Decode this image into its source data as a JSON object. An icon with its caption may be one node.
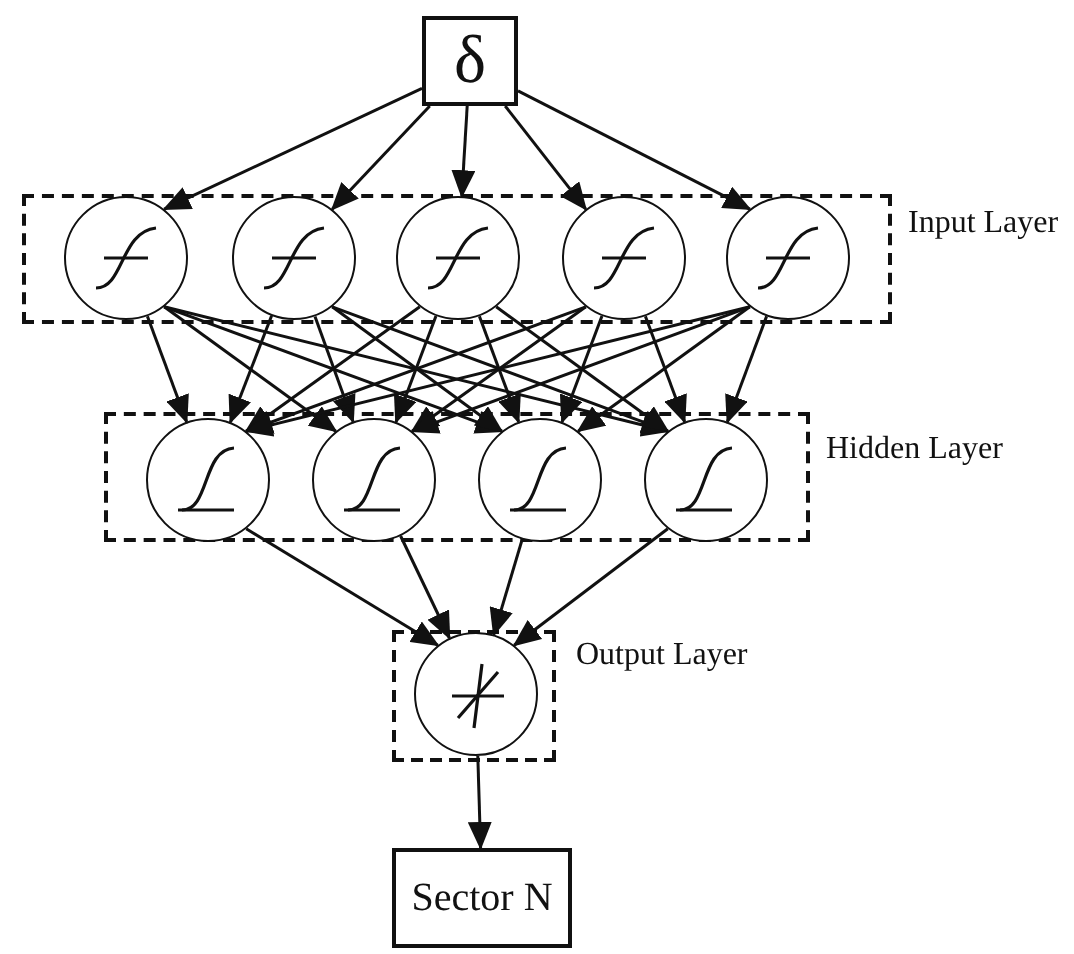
{
  "diagram": {
    "nodes": [
      {
        "text": [
          "δ"
        ]
      },
      {
        "text": [
          "Input Layer"
        ]
      },
      {
        "text": [],
        "shape": "circle",
        "in": 1
      },
      {
        "text": [],
        "shape": "circle",
        "in": 1
      },
      {
        "text": [],
        "shape": "circle",
        "in": 1
      },
      {
        "text": [],
        "shape": "circle",
        "in": 1
      },
      {
        "text": [],
        "shape": "circle",
        "in": 1
      },
      {
        "text": [
          "Hidden Layer"
        ]
      },
      {
        "text": [],
        "shape": "circle",
        "in": 7
      },
      {
        "text": [],
        "shape": "circle",
        "in": 7
      },
      {
        "text": [],
        "shape": "circle",
        "in": 7
      },
      {
        "text": [],
        "shape": "circle",
        "in": 7
      },
      {
        "text": [
          "Output Layer"
        ]
      },
      {
        "text": [],
        "shape": "circle",
        "in": 12
      },
      {
        "text": [
          "Sector N"
        ]
      }
    ],
    "edges": [
      {
        "from": 0,
        "to": 2,
        "arrow": "to"
      },
      {
        "from": 0,
        "to": 3,
        "arrow": "to"
      },
      {
        "from": 0,
        "to": 4,
        "arrow": "to"
      },
      {
        "from": 0,
        "to": 5,
        "arrow": "to"
      },
      {
        "from": 0,
        "to": 6,
        "arrow": "to"
      },
      {
        "from": 2,
        "to": 8,
        "arrow": "to"
      },
      {
        "from": 2,
        "to": 9,
        "arrow": "to"
      },
      {
        "from": 2,
        "to": 10,
        "arrow": "to"
      },
      {
        "from": 2,
        "to": 11,
        "arrow": "to"
      },
      {
        "from": 3,
        "to": 8,
        "arrow": "to"
      },
      {
        "from": 3,
        "to": 9,
        "arrow": "to"
      },
      {
        "from": 3,
        "to": 10,
        "arrow": "to"
      },
      {
        "from": 3,
        "to": 11,
        "arrow": "to"
      },
      {
        "from": 4,
        "to": 8,
        "arrow": "to"
      },
      {
        "from": 4,
        "to": 9,
        "arrow": "to"
      },
      {
        "from": 4,
        "to": 10,
        "arrow": "to"
      },
      {
        "from": 4,
        "to": 11,
        "arrow": "to"
      },
      {
        "from": 5,
        "to": 8,
        "arrow": "to"
      },
      {
        "from": 5,
        "to": 9,
        "arrow": "to"
      },
      {
        "from": 5,
        "to": 10,
        "arrow": "to"
      },
      {
        "from": 5,
        "to": 11,
        "arrow": "to"
      },
      {
        "from": 6,
        "to": 8,
        "arrow": "to"
      },
      {
        "from": 6,
        "to": 9,
        "arrow": "to"
      },
      {
        "from": 6,
        "to": 10,
        "arrow": "to"
      },
      {
        "from": 6,
        "to": 11,
        "arrow": "to"
      },
      {
        "from": 8,
        "to": 13,
        "arrow": "to"
      },
      {
        "from": 9,
        "to": 13,
        "arrow": "to"
      },
      {
        "from": 10,
        "to": 13,
        "arrow": "to"
      },
      {
        "from": 11,
        "to": 13,
        "arrow": "to"
      },
      {
        "from": 13,
        "to": 14,
        "arrow": "to"
      }
    ]
  }
}
